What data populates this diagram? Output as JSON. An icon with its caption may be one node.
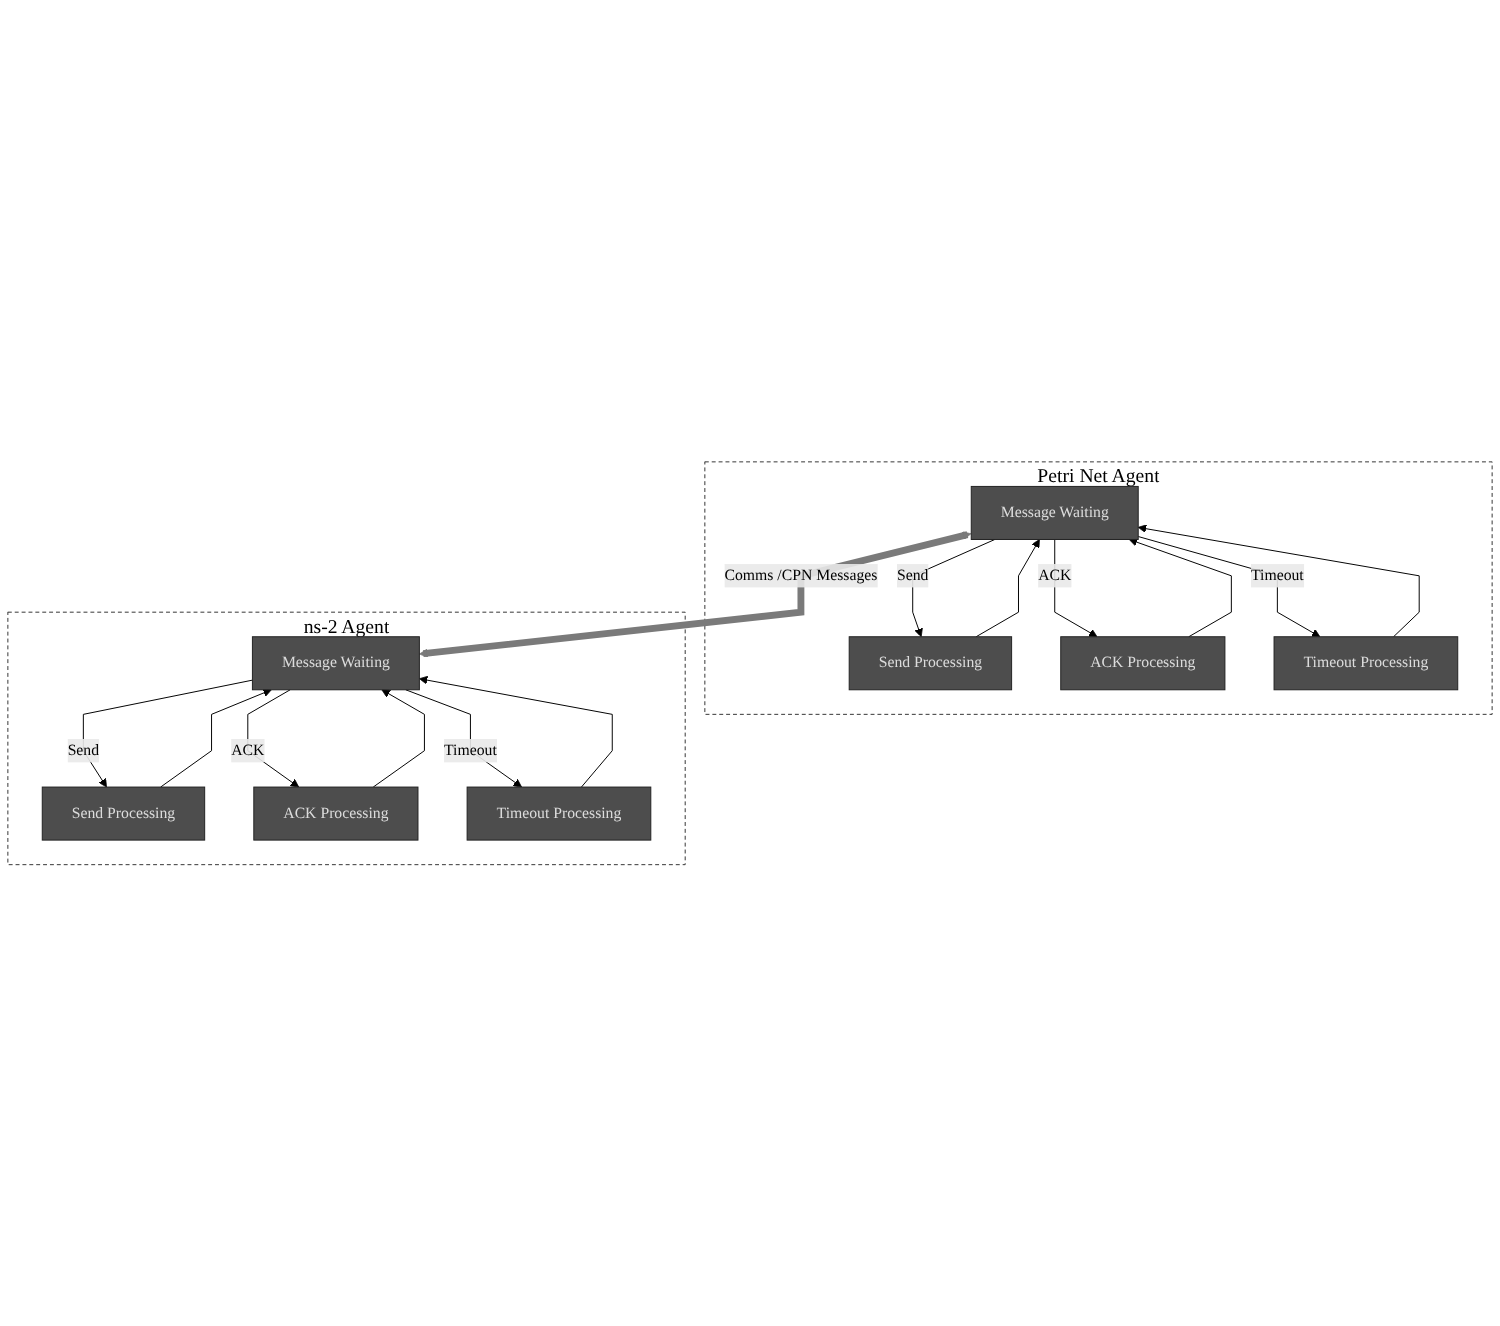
{
  "diagram": {
    "nodes": [
      {
        "text": [
          "Petri Net Agent"
        ]
      },
      {
        "text": [
          "Message Waiting"
        ],
        "in": 0
      },
      {
        "text": [
          "Send Processing"
        ],
        "in": 0
      },
      {
        "text": [
          "ACK Processing"
        ],
        "in": 0
      },
      {
        "text": [
          "Timeout Processing"
        ],
        "in": 0
      },
      {
        "text": [
          "ns-2 Agent"
        ]
      },
      {
        "text": [
          "Message Waiting"
        ],
        "in": 5
      },
      {
        "text": [
          "Send Processing"
        ],
        "in": 5
      },
      {
        "text": [
          "ACK Processing"
        ],
        "in": 5
      },
      {
        "text": [
          "Timeout Processing"
        ],
        "in": 5
      }
    ],
    "edges": [
      {
        "from": 1,
        "to": 2,
        "arrow": "to",
        "label": "Send"
      },
      {
        "from": 1,
        "to": 3,
        "arrow": "to",
        "label": "ACK"
      },
      {
        "from": 1,
        "to": 4,
        "arrow": "to",
        "label": "Timeout"
      },
      {
        "from": 2,
        "to": 1,
        "arrow": "to"
      },
      {
        "from": 3,
        "to": 1,
        "arrow": "to"
      },
      {
        "from": 4,
        "to": 1,
        "arrow": "to"
      },
      {
        "from": 1,
        "to": 6,
        "arrow": "both",
        "label": "Comms /CPN Messages",
        "style": "thick",
        "color": "#7a7a7a"
      },
      {
        "from": 6,
        "to": 7,
        "arrow": "to",
        "label": "Send"
      },
      {
        "from": 6,
        "to": 8,
        "arrow": "to",
        "label": "ACK"
      },
      {
        "from": 6,
        "to": 9,
        "arrow": "to",
        "label": "Timeout"
      },
      {
        "from": 7,
        "to": 6,
        "arrow": "to"
      },
      {
        "from": 8,
        "to": 6,
        "arrow": "to"
      },
      {
        "from": 9,
        "to": 6,
        "arrow": "to"
      }
    ]
  }
}
